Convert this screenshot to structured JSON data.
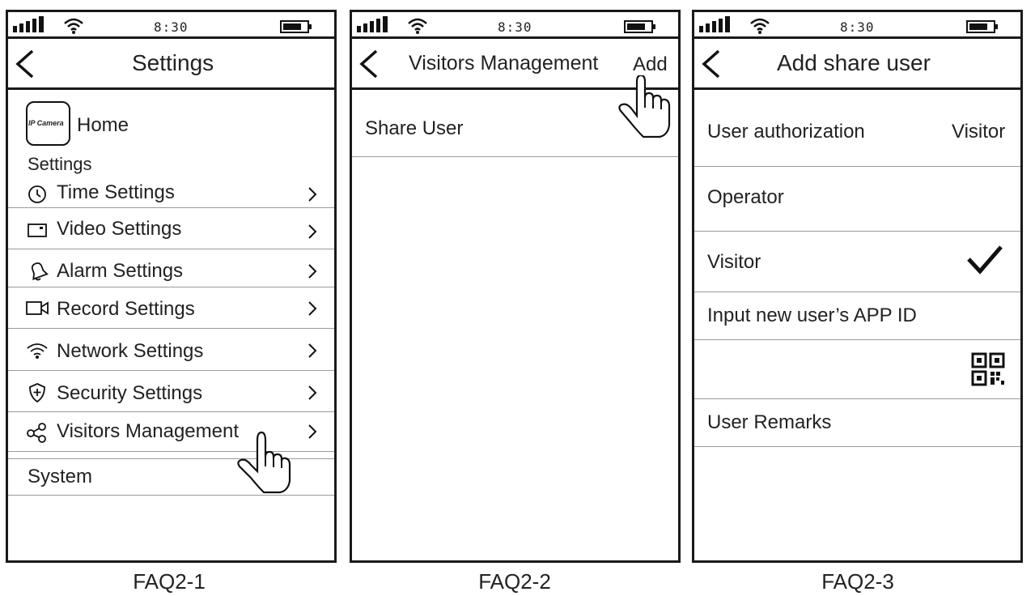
{
  "status_bar": {
    "time": "8:30"
  },
  "screens": [
    {
      "caption": "FAQ2-1",
      "nav_title": "Settings",
      "camera_badge": "IP Camera",
      "home_label": "Home",
      "section_settings": "Settings",
      "items": [
        {
          "label": "Time Settings",
          "icon": "clock-icon"
        },
        {
          "label": "Video Settings",
          "icon": "video-icon"
        },
        {
          "label": "Alarm Settings",
          "icon": "bell-icon"
        },
        {
          "label": "Record Settings",
          "icon": "camcorder-icon"
        },
        {
          "label": "Network Settings",
          "icon": "wifi-icon"
        },
        {
          "label": "Security Settings",
          "icon": "shield-icon"
        },
        {
          "label": "Visitors Management",
          "icon": "share-icon"
        }
      ],
      "section_system": "System"
    },
    {
      "caption": "FAQ2-2",
      "nav_title": "Visitors Management",
      "nav_action": "Add",
      "items": [
        {
          "label": "Share User"
        }
      ]
    },
    {
      "caption": "FAQ2-3",
      "nav_title": "Add share user",
      "auth_label": "User authorization",
      "auth_value": "Visitor",
      "options": [
        "Operator",
        "Visitor"
      ],
      "selected_option": "Visitor",
      "app_id_label": "Input new user’s APP ID",
      "remarks_label": "User Remarks"
    }
  ]
}
